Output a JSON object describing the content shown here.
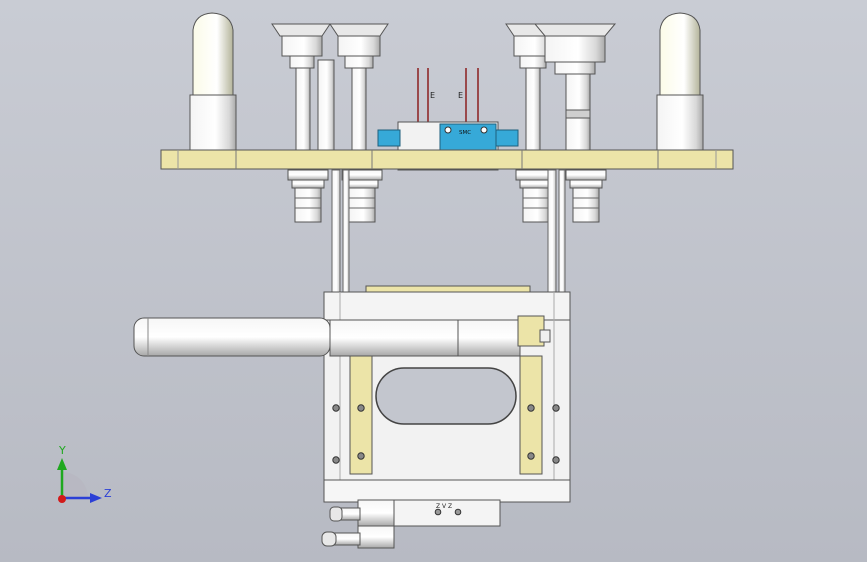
{
  "viewport": {
    "background_top": "#c9ccd4",
    "background_bottom": "#b7bac3"
  },
  "triad": {
    "y_label": "Y",
    "z_label": "Z",
    "y_color": "#1fa81f",
    "z_color": "#2b3fd6",
    "x_color": "#d21a1a"
  },
  "valve": {
    "label": "SMC",
    "pin_labels": [
      "E",
      "E"
    ],
    "body_color": "#36a9d8"
  },
  "plate": {
    "color": "#ece4a8"
  },
  "bottom_marks": {
    "label": "Z V Z"
  }
}
